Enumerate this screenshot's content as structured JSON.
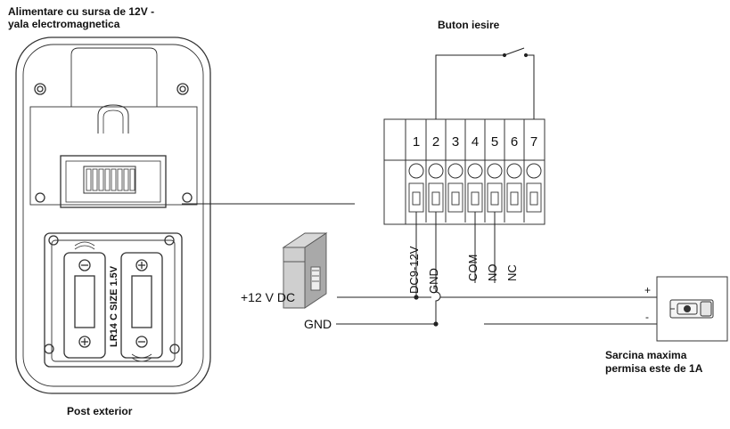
{
  "title_line1": "Alimentare cu sursa de 12V -",
  "title_line2": "yala electromagnetica",
  "exit_button_label": "Buton iesire",
  "outdoor_unit_label": "Post exterior",
  "battery_label": "LR14 C SIZE 1.5V",
  "terminals": [
    "1",
    "2",
    "3",
    "4",
    "5",
    "6",
    "7"
  ],
  "wire_labels": {
    "dc": "DC9-12V",
    "gnd": "GND",
    "com": "COM",
    "no": "NO",
    "nc": "NC"
  },
  "psu_plus_label": "+12 V DC",
  "psu_gnd_label": "GND",
  "lock_plus": "+",
  "lock_minus": "-",
  "load_line1": "Sarcina maxima",
  "load_line2": "permisa este de 1A"
}
